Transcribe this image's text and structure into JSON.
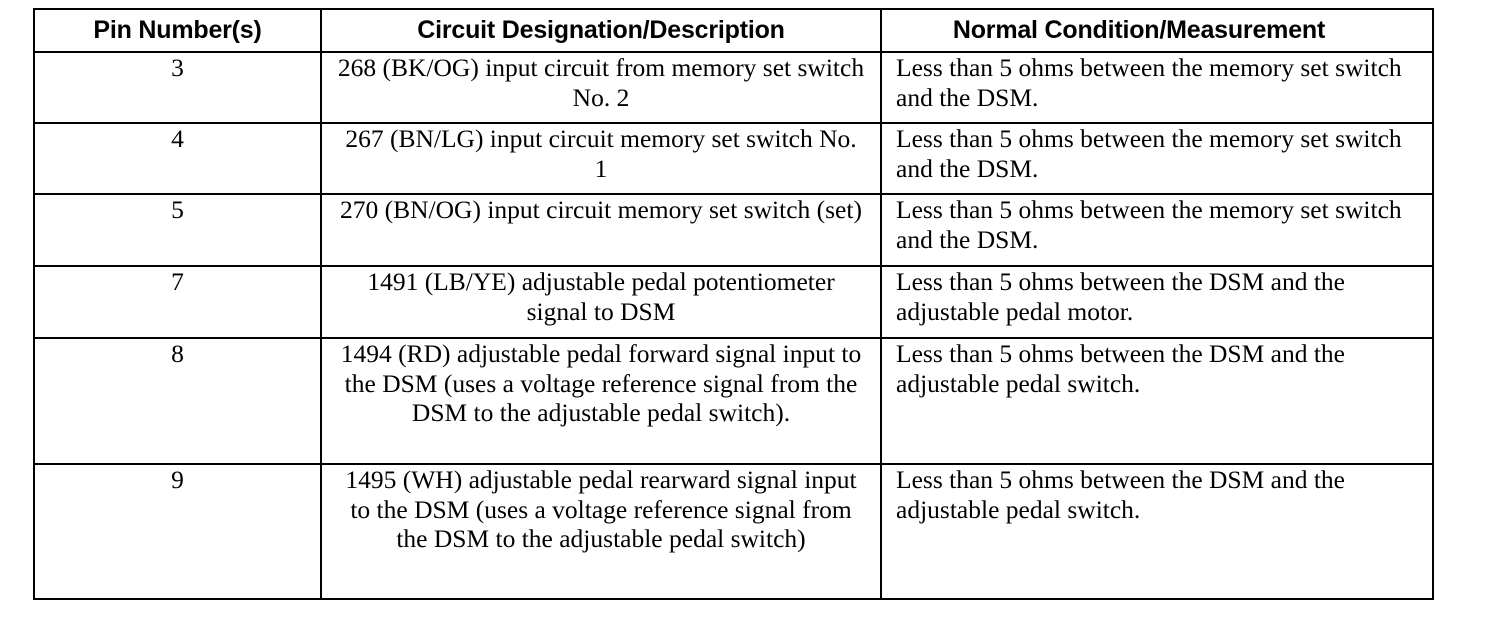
{
  "table": {
    "columns": [
      {
        "key": "pin",
        "header": "Pin Number(s)"
      },
      {
        "key": "desc",
        "header": "Circuit Designation/Description"
      },
      {
        "key": "norm",
        "header": "Normal Condition/Measurement"
      }
    ],
    "rows": [
      {
        "pin": "3",
        "desc": "268 (BK/OG) input circuit from memory set switch No. 2",
        "norm": "Less than 5 ohms between the memory set switch and the DSM."
      },
      {
        "pin": "4",
        "desc": "267 (BN/LG) input circuit memory set switch No. 1",
        "norm": "Less than 5 ohms between the memory set switch and the DSM."
      },
      {
        "pin": "5",
        "desc": "270 (BN/OG) input circuit memory set switch (set)",
        "norm": "Less than 5 ohms between the memory set switch and the DSM."
      },
      {
        "pin": "7",
        "desc": "1491 (LB/YE) adjustable pedal potentiometer signal to DSM",
        "norm": "Less than 5 ohms between the DSM and the adjustable pedal motor."
      },
      {
        "pin": "8",
        "desc": "1494 (RD) adjustable pedal forward signal input to the DSM (uses a voltage reference signal from the DSM to the adjustable pedal switch).",
        "norm": "Less than 5 ohms between the DSM and the adjustable pedal switch."
      },
      {
        "pin": "9",
        "desc": "1495 (WH) adjustable pedal rearward signal input to the DSM (uses a voltage reference signal from the DSM to the adjustable pedal switch)",
        "norm": "Less than 5 ohms between the DSM and the adjustable pedal switch."
      }
    ]
  },
  "style": {
    "border_color": "#000000",
    "text_color": "#000000",
    "background": "#ffffff"
  }
}
